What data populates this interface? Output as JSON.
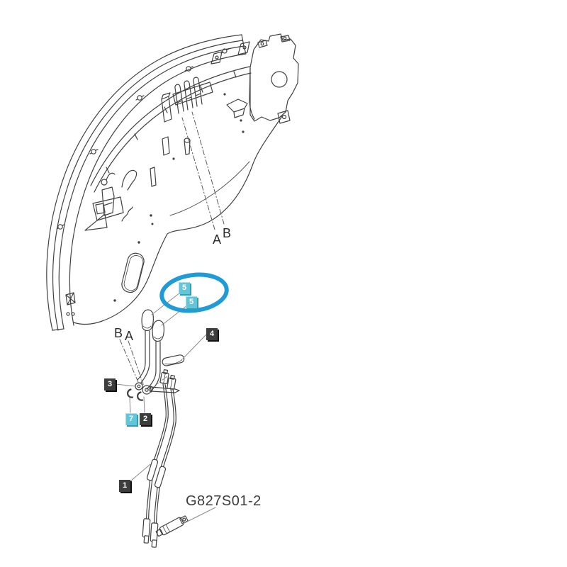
{
  "diagram": {
    "background_color": "#ffffff",
    "line_color": "#414141",
    "part_number_label": "G827S01-2",
    "highlight": {
      "shape": "ellipse",
      "color": "#1f9bd7"
    },
    "callout_styles": {
      "standard_bg": "#3d3d3d",
      "highlight_bg": "#63c5da",
      "text_color": "#ffffff"
    },
    "callouts": [
      {
        "ref": "5",
        "style": "highlight",
        "position": "upper"
      },
      {
        "ref": "5",
        "style": "highlight",
        "position": "lower"
      },
      {
        "ref": "4",
        "style": "standard",
        "position": "right"
      },
      {
        "ref": "3",
        "style": "standard",
        "position": "left"
      },
      {
        "ref": "7",
        "style": "highlight",
        "position": "bottom-left"
      },
      {
        "ref": "2",
        "style": "standard",
        "position": "bottom"
      },
      {
        "ref": "1",
        "style": "standard",
        "position": "lower-left"
      }
    ],
    "reference_letters": [
      {
        "label": "A",
        "position": "upper"
      },
      {
        "label": "B",
        "position": "upper"
      },
      {
        "label": "B",
        "position": "lower"
      },
      {
        "label": "A",
        "position": "lower"
      }
    ]
  }
}
